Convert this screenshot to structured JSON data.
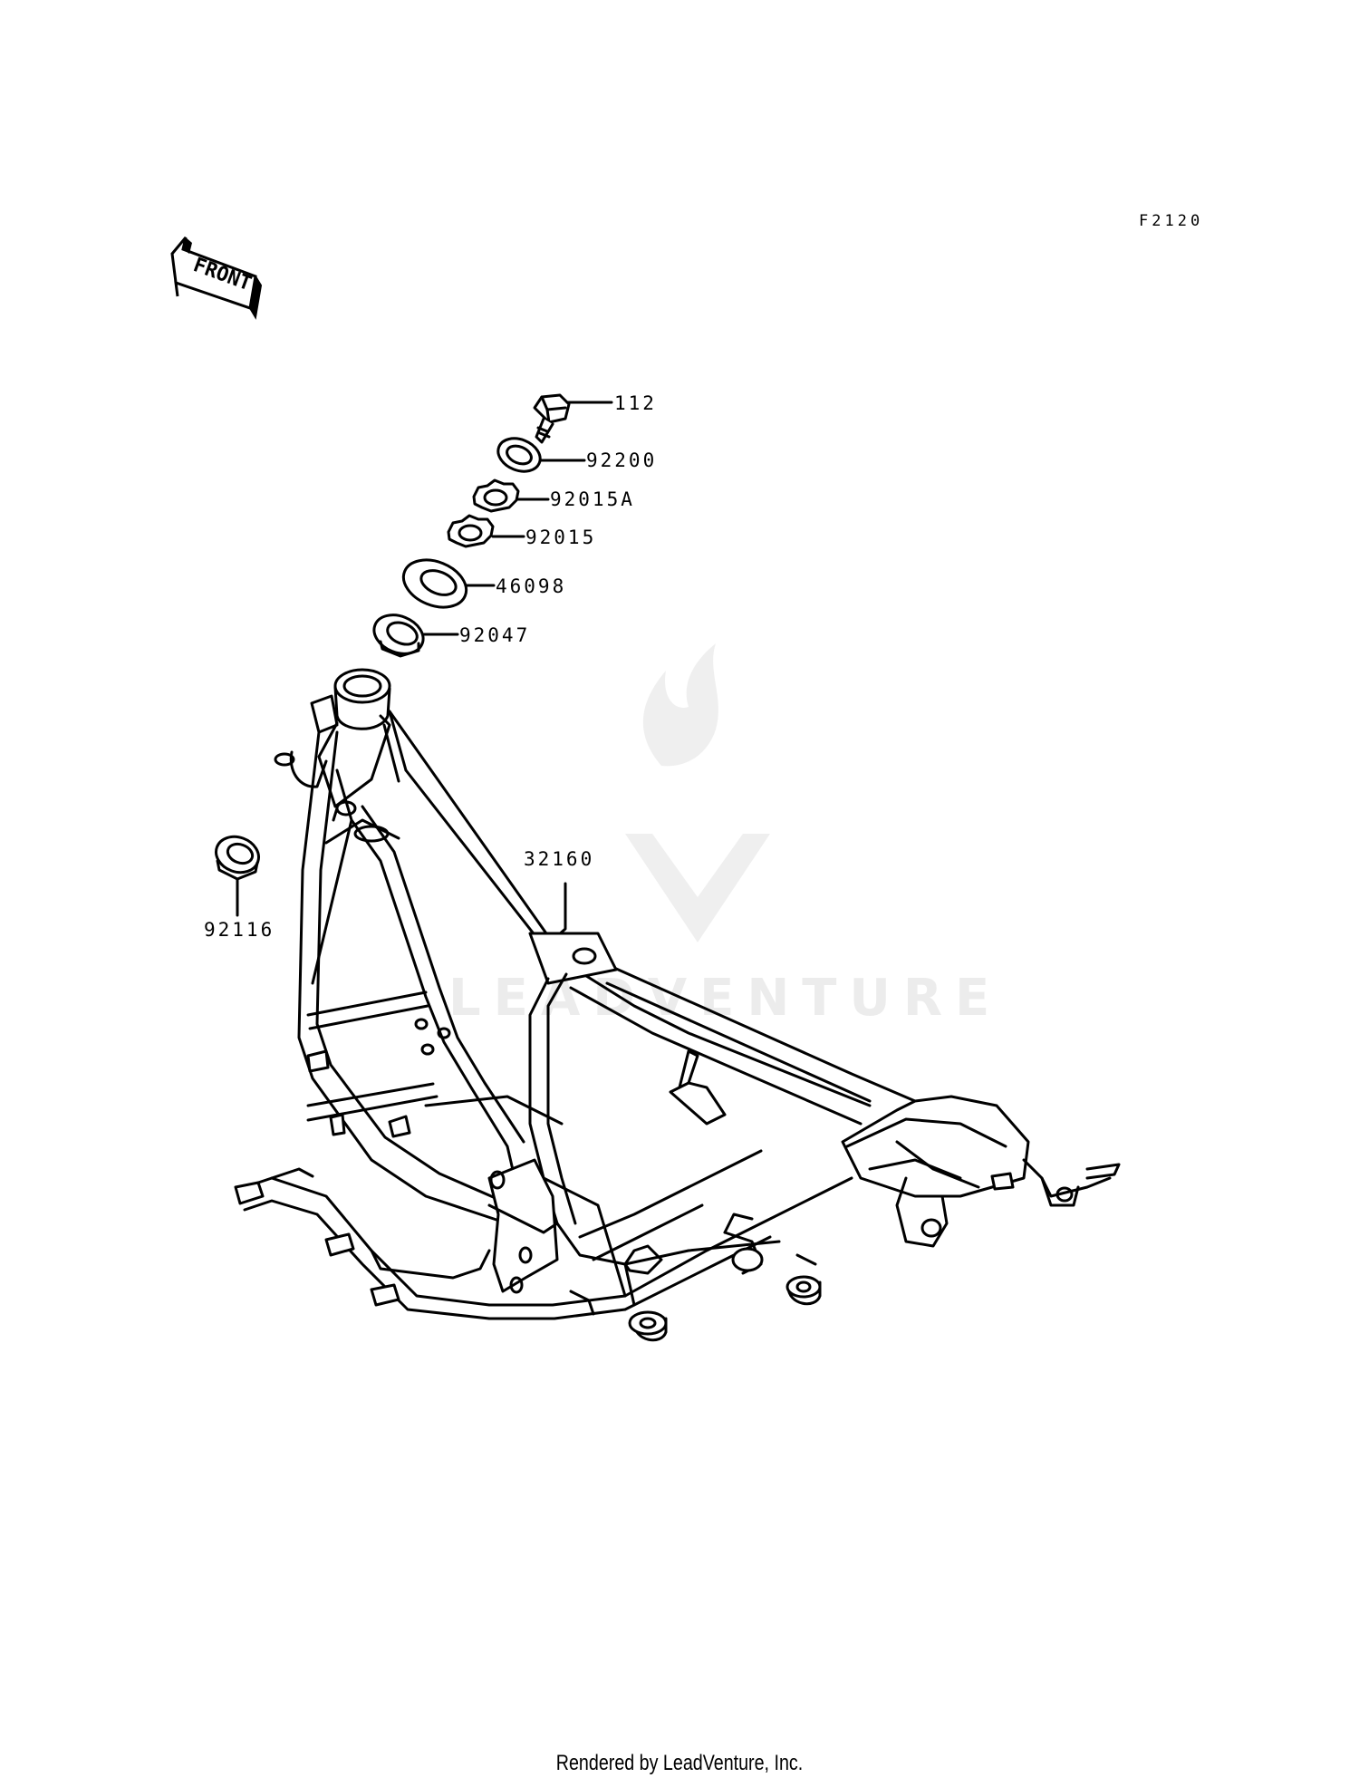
{
  "diagram_code": "F2120",
  "front_arrow_label": "FRONT",
  "watermark_text": "LEADVENTURE",
  "footer_text": "Rendered by LeadVenture, Inc.",
  "parts": [
    {
      "number": "112",
      "name": "bolt"
    },
    {
      "number": "92200",
      "name": "washer"
    },
    {
      "number": "92015A",
      "name": "nut"
    },
    {
      "number": "92015",
      "name": "nut"
    },
    {
      "number": "46098",
      "name": "washer"
    },
    {
      "number": "92047",
      "name": "bearing"
    },
    {
      "number": "32160",
      "name": "frame"
    },
    {
      "number": "92116",
      "name": "bearing"
    }
  ],
  "colors": {
    "line": "#000000",
    "background": "#ffffff",
    "watermark": "#ececec"
  }
}
